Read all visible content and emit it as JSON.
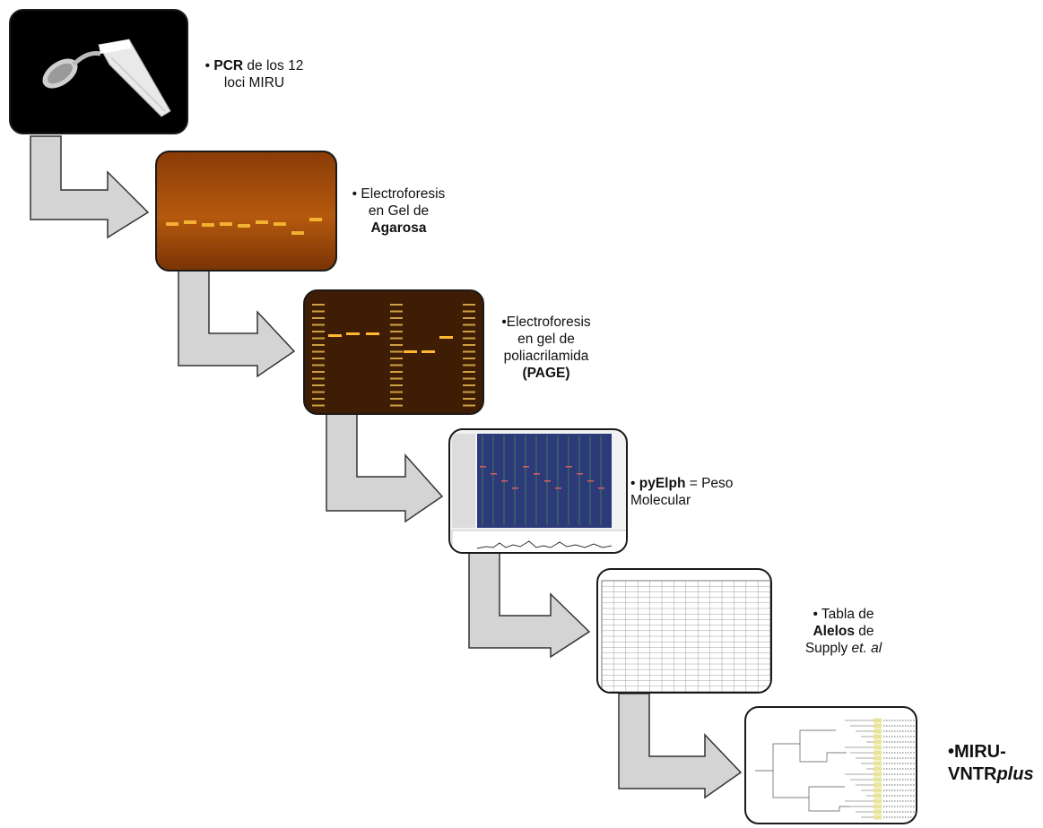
{
  "steps": [
    {
      "bullet": "•",
      "bold": "PCR",
      "rest": " de los 12",
      "line2": "loci MIRU"
    },
    {
      "bullet": "•",
      "line1": " Electroforesis",
      "line2": "en Gel de",
      "bold": "Agarosa"
    },
    {
      "bullet": "•",
      "line1": "Electroforesis",
      "line2": "en gel de",
      "line3": "poliacrilamida",
      "bold": "(PAGE)"
    },
    {
      "bullet": "•",
      "bold": "pyElph",
      "rest": " = Peso",
      "line2": "Molecular"
    },
    {
      "bullet": "•",
      "line1": " Tabla de",
      "bold": "Alelos",
      "rest": " de",
      "line3": "Supply ",
      "italic": "et. al"
    },
    {
      "bullet": "•",
      "line1": "MIRU-",
      "line2": "VNTR",
      "italic": "plus"
    }
  ],
  "colors": {
    "arrow_fill": "#d4d4d4",
    "arrow_stroke": "#333333",
    "gel_agarose": "#a84e0a",
    "gel_page": "#5a2c08",
    "band": "#ffd24a",
    "pyelph_bg": "#2c3a7a"
  }
}
